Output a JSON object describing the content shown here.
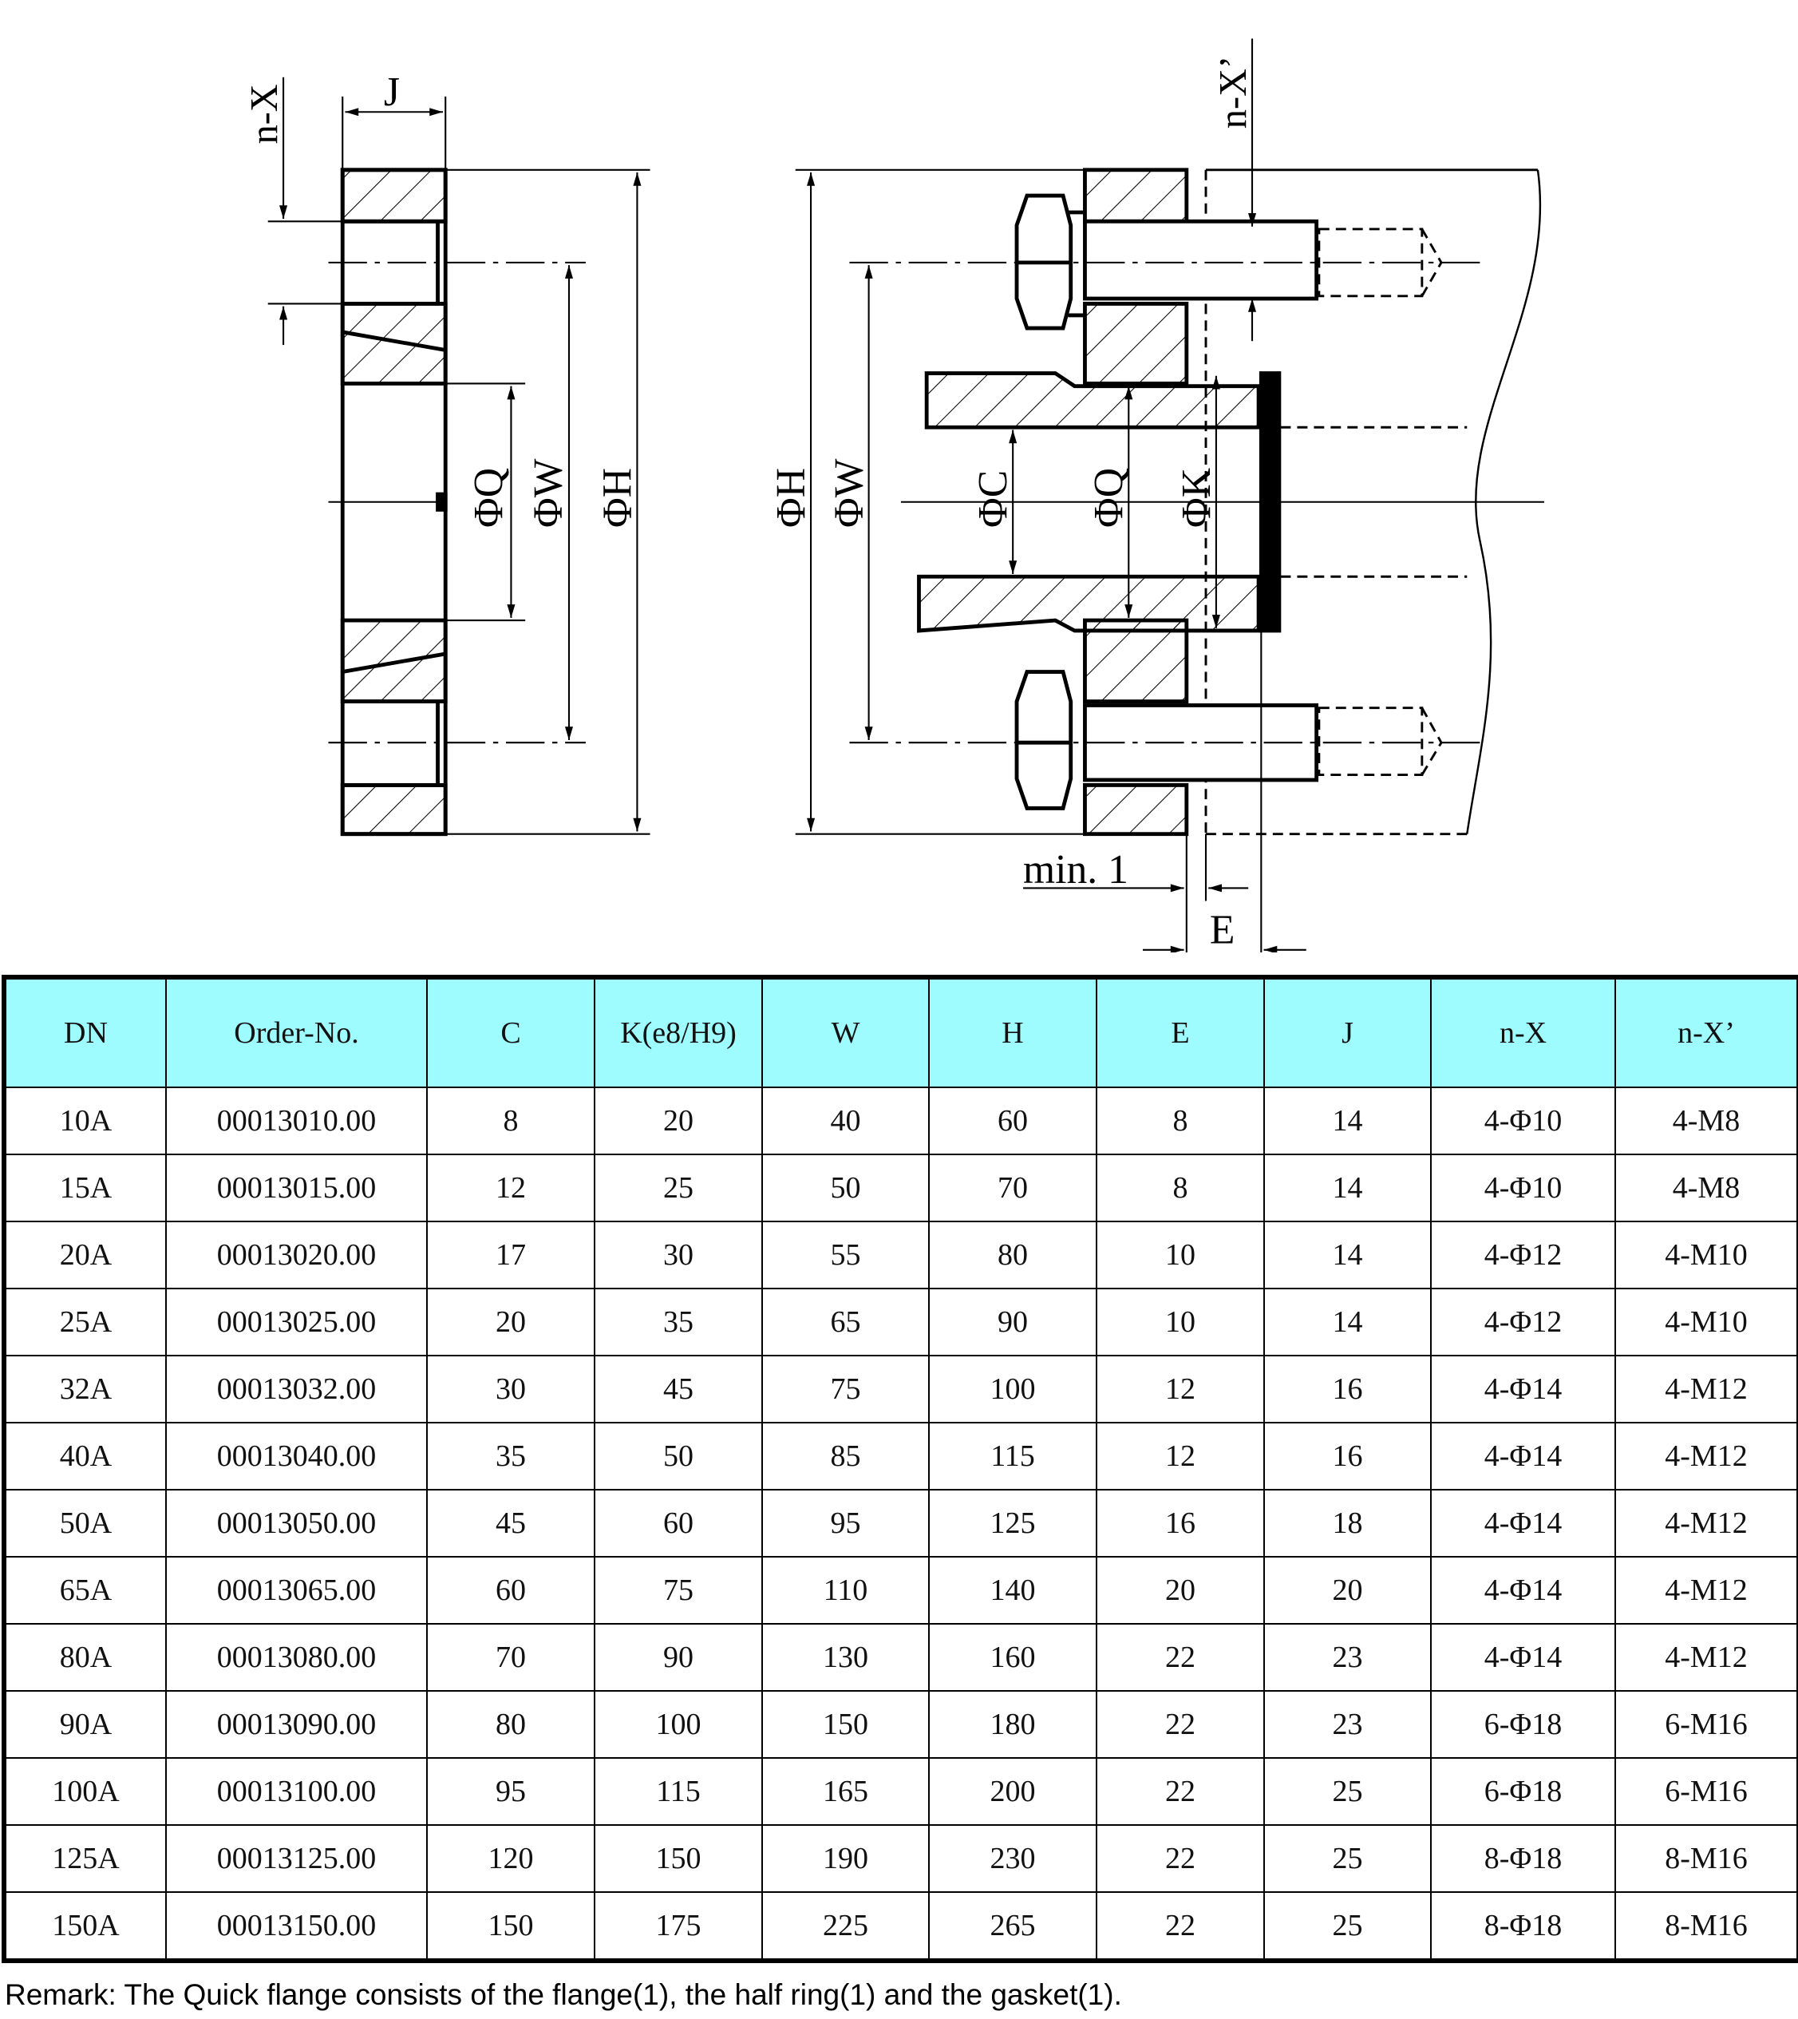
{
  "drawing": {
    "left_view": {
      "label_nx": "n-X",
      "label_j": "J",
      "label_q": "ΦQ",
      "label_w": "ΦW",
      "label_h": "ΦH"
    },
    "right_view": {
      "label_h": "ΦH",
      "label_w": "ΦW",
      "label_c": "ΦC",
      "label_q": "ΦQ",
      "label_k": "ΦK",
      "label_nx2": "n-X’",
      "label_min": "min. 1",
      "label_e": "E"
    }
  },
  "table": {
    "headers": [
      "DN",
      "Order-No.",
      "C",
      "K(e8/H9)",
      "W",
      "H",
      "E",
      "J",
      "n-X",
      "n-X’"
    ],
    "rows": [
      [
        "10A",
        "00013010.00",
        "8",
        "20",
        "40",
        "60",
        "8",
        "14",
        "4-Φ10",
        "4-M8"
      ],
      [
        "15A",
        "00013015.00",
        "12",
        "25",
        "50",
        "70",
        "8",
        "14",
        "4-Φ10",
        "4-M8"
      ],
      [
        "20A",
        "00013020.00",
        "17",
        "30",
        "55",
        "80",
        "10",
        "14",
        "4-Φ12",
        "4-M10"
      ],
      [
        "25A",
        "00013025.00",
        "20",
        "35",
        "65",
        "90",
        "10",
        "14",
        "4-Φ12",
        "4-M10"
      ],
      [
        "32A",
        "00013032.00",
        "30",
        "45",
        "75",
        "100",
        "12",
        "16",
        "4-Φ14",
        "4-M12"
      ],
      [
        "40A",
        "00013040.00",
        "35",
        "50",
        "85",
        "115",
        "12",
        "16",
        "4-Φ14",
        "4-M12"
      ],
      [
        "50A",
        "00013050.00",
        "45",
        "60",
        "95",
        "125",
        "16",
        "18",
        "4-Φ14",
        "4-M12"
      ],
      [
        "65A",
        "00013065.00",
        "60",
        "75",
        "110",
        "140",
        "20",
        "20",
        "4-Φ14",
        "4-M12"
      ],
      [
        "80A",
        "00013080.00",
        "70",
        "90",
        "130",
        "160",
        "22",
        "23",
        "4-Φ14",
        "4-M12"
      ],
      [
        "90A",
        "00013090.00",
        "80",
        "100",
        "150",
        "180",
        "22",
        "23",
        "6-Φ18",
        "6-M16"
      ],
      [
        "100A",
        "00013100.00",
        "95",
        "115",
        "165",
        "200",
        "22",
        "25",
        "6-Φ18",
        "6-M16"
      ],
      [
        "125A",
        "00013125.00",
        "120",
        "150",
        "190",
        "230",
        "22",
        "25",
        "8-Φ18",
        "8-M16"
      ],
      [
        "150A",
        "00013150.00",
        "150",
        "175",
        "225",
        "265",
        "22",
        "25",
        "8-Φ18",
        "8-M16"
      ]
    ]
  },
  "remark": "Remark: The Quick flange consists of the flange(1), the half ring(1) and the gasket(1)."
}
